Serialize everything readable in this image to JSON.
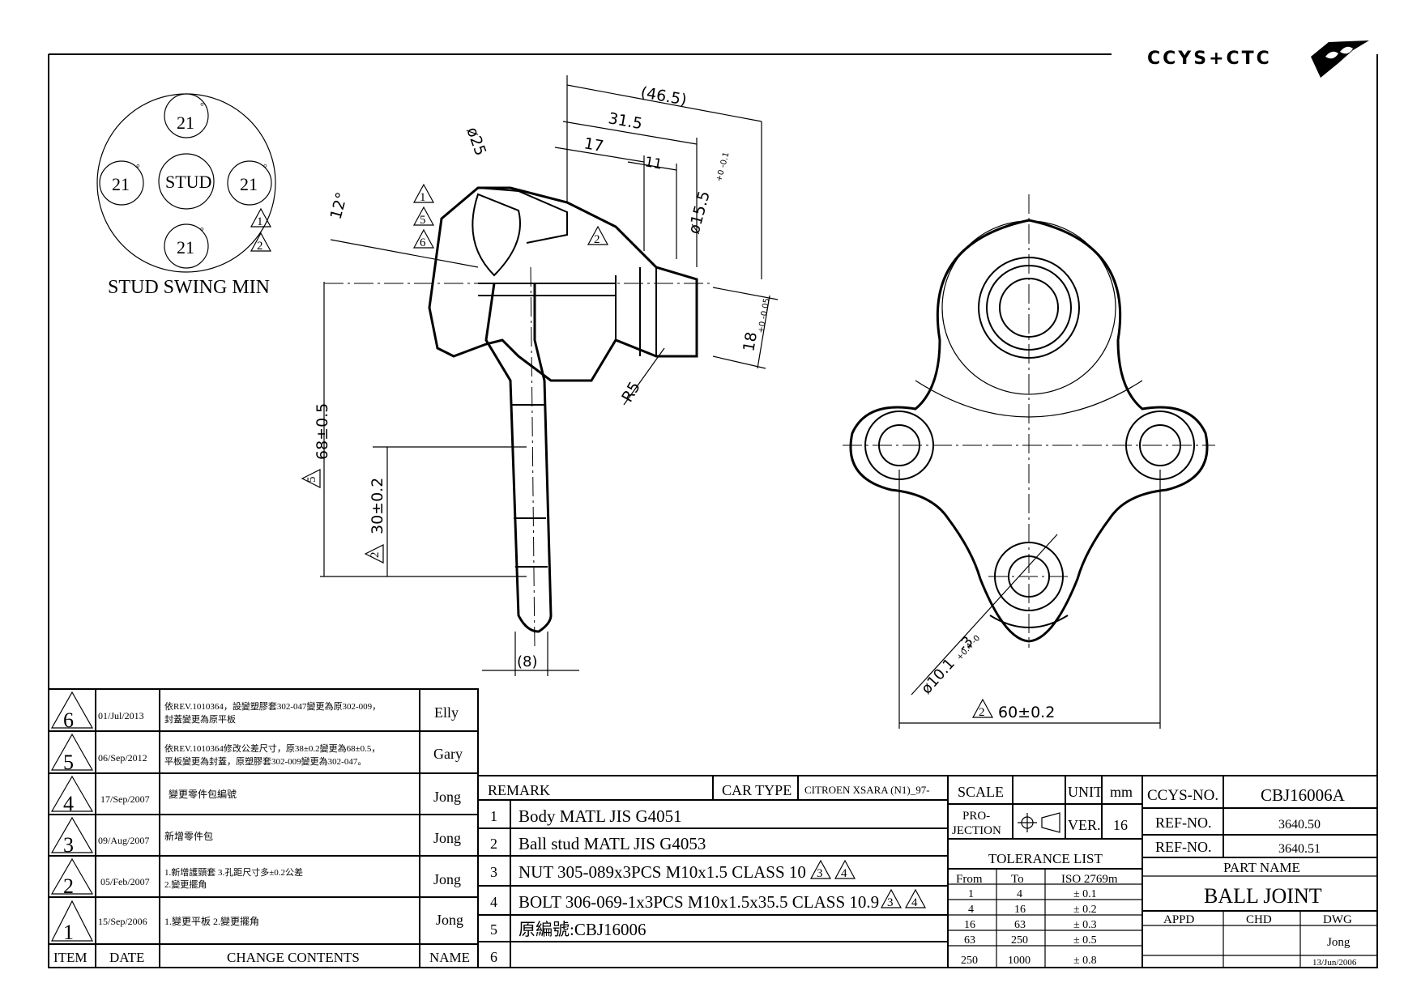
{
  "logo": {
    "text": "CCYS+CTC"
  },
  "stud_swing": {
    "title": "STUD SWING MIN",
    "center": "STUD",
    "angle_top": "21",
    "angle_left": "21",
    "angle_right": "21",
    "angle_bottom": "21",
    "degree_mark": "°",
    "rev_marks": [
      "1",
      "2"
    ]
  },
  "side_view": {
    "dim_overall": "(46.5)",
    "dim_31": "31.5",
    "dim_17": "17",
    "dim_11": "11",
    "dia_25": "ø25",
    "dia_15": "ø15.5",
    "dia_15_tol": "+0 -0.1",
    "angle": "12°",
    "dim_18": "18",
    "dim_18_tol": "+0 -0.05",
    "radius": "R5",
    "dim_68": "68±0.5",
    "dim_68_rev": "5",
    "dim_30": "30±0.2",
    "dim_30_rev": "2",
    "dim_8": "(8)",
    "rev_stack": [
      "1",
      "5",
      "6"
    ],
    "rev_2": "2"
  },
  "front_view": {
    "hole_dia": "ø10.1",
    "hole_tol": "+0.4 -0",
    "hole_count": "-3",
    "width": "60±0.2",
    "width_rev": "2"
  },
  "revisions": [
    {
      "rev": "6",
      "date": "01/Jul/2013",
      "content_1": "依REV.1010364，設變塑膠套302-047變更為原302-009，",
      "content_2": "封蓋變更為原平板",
      "name": "Elly"
    },
    {
      "rev": "5",
      "date": "06/Sep/2012",
      "content_1": "依REV.1010364修改公差尺寸，原38±0.2變更為68±0.5，",
      "content_2": "平板變更為封蓋，原塑膠套302-009變更為302-047。",
      "name": "Gary"
    },
    {
      "rev": "4",
      "date": "17/Sep/2007",
      "content_1": "變更零件包編號",
      "content_2": "",
      "name": "Jong"
    },
    {
      "rev": "3",
      "date": "09/Aug/2007",
      "content_1": "新增零件包",
      "content_2": "",
      "name": "Jong"
    },
    {
      "rev": "2",
      "date": "05/Feb/2007",
      "content_1": "1.新增護頸套 3.孔距尺寸多±0.2公差",
      "content_2": "2.變更擺角",
      "name": "Jong"
    },
    {
      "rev": "1",
      "date": "15/Sep/2006",
      "content_1": "1.變更平板 2.變更擺角",
      "content_2": "",
      "name": "Jong"
    }
  ],
  "revision_header": {
    "item": "ITEM",
    "date": "DATE",
    "content": "CHANGE CONTENTS",
    "name": "NAME"
  },
  "remarks": {
    "header": "REMARK",
    "car_type_label": "CAR TYPE",
    "car_type_value": "CITROEN XSARA (N1)_97-",
    "rows": [
      {
        "no": "1",
        "text": "Body MATL JIS G4051",
        "revs": []
      },
      {
        "no": "2",
        "text": "Ball stud MATL JIS G4053",
        "revs": []
      },
      {
        "no": "3",
        "text": "NUT 305-089x3PCS M10x1.5 CLASS 10",
        "revs": [
          "3",
          "4"
        ]
      },
      {
        "no": "4",
        "text": "BOLT 306-069-1x3PCS M10x1.5x35.5 CLASS 10.9",
        "revs": [
          "3",
          "4"
        ]
      },
      {
        "no": "5",
        "text": "原編號:CBJ16006",
        "revs": []
      },
      {
        "no": "6",
        "text": "",
        "revs": []
      }
    ]
  },
  "title_block": {
    "scale_label": "SCALE",
    "scale_value": "",
    "unit_label": "UNIT",
    "unit_value": "mm",
    "projection_label_1": "PRO-",
    "projection_label_2": "JECTION",
    "ver_label": "VER.",
    "ver_value": "16",
    "ccys_label": "CCYS-NO.",
    "ccys_value": "CBJ16006A",
    "ref_label": "REF-NO.",
    "ref_values": [
      "3640.50",
      "3640.51"
    ],
    "part_name_label": "PART NAME",
    "part_name_value": "BALL JOINT",
    "tolerance_title": "TOLERANCE LIST",
    "tolerance_header": [
      "From",
      "To",
      "ISO 2769m"
    ],
    "tolerance_rows": [
      [
        "1",
        "4",
        "± 0.1"
      ],
      [
        "4",
        "16",
        "± 0.2"
      ],
      [
        "16",
        "63",
        "± 0.3"
      ],
      [
        "63",
        "250",
        "± 0.5"
      ],
      [
        "250",
        "1000",
        "± 0.8"
      ]
    ],
    "appd_label": "APPD",
    "chd_label": "CHD",
    "dwg_label": "DWG",
    "dwg_name": "Jong",
    "dwg_date": "13/Jun/2006"
  }
}
